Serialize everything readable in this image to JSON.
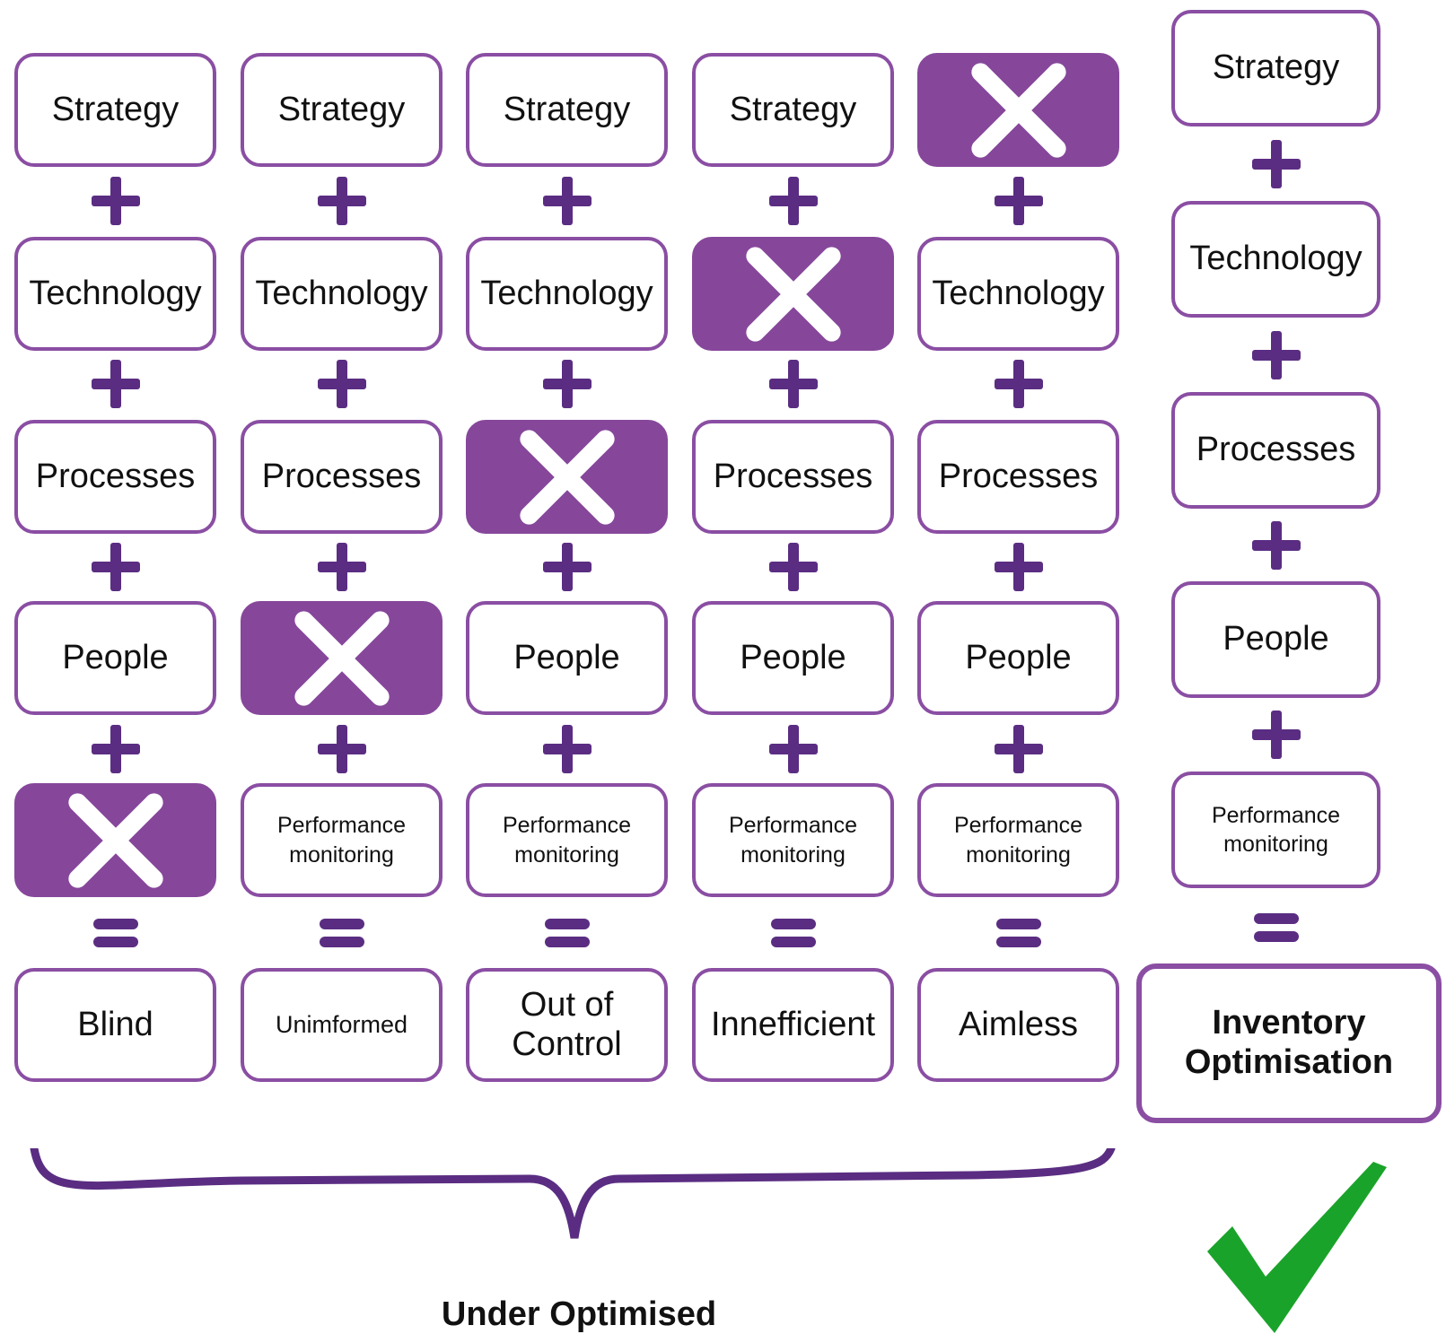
{
  "components": [
    "Strategy",
    "Technology",
    "Processes",
    "People",
    "Performance monitoring"
  ],
  "columns": [
    {
      "cells": [
        {
          "label": "Strategy",
          "missing": false
        },
        {
          "label": "Technology",
          "missing": false
        },
        {
          "label": "Processes",
          "missing": false
        },
        {
          "label": "People",
          "missing": false
        },
        {
          "label": "",
          "missing": true
        }
      ],
      "result": "Blind"
    },
    {
      "cells": [
        {
          "label": "Strategy",
          "missing": false
        },
        {
          "label": "Technology",
          "missing": false
        },
        {
          "label": "Processes",
          "missing": false
        },
        {
          "label": "",
          "missing": true
        },
        {
          "label": "Performance monitoring",
          "missing": false
        }
      ],
      "result": "Unimformed"
    },
    {
      "cells": [
        {
          "label": "Strategy",
          "missing": false
        },
        {
          "label": "Technology",
          "missing": false
        },
        {
          "label": "",
          "missing": true
        },
        {
          "label": "People",
          "missing": false
        },
        {
          "label": "Performance monitoring",
          "missing": false
        }
      ],
      "result": "Out of Control"
    },
    {
      "cells": [
        {
          "label": "Strategy",
          "missing": false
        },
        {
          "label": "",
          "missing": true
        },
        {
          "label": "Processes",
          "missing": false
        },
        {
          "label": "People",
          "missing": false
        },
        {
          "label": "Performance monitoring",
          "missing": false
        }
      ],
      "result": "Innefficient"
    },
    {
      "cells": [
        {
          "label": "",
          "missing": true
        },
        {
          "label": "Technology",
          "missing": false
        },
        {
          "label": "Processes",
          "missing": false
        },
        {
          "label": "People",
          "missing": false
        },
        {
          "label": "Performance monitoring",
          "missing": false
        }
      ],
      "result": "Aimless"
    }
  ],
  "complete_column": {
    "cells": [
      "Strategy",
      "Technology",
      "Processes",
      "People",
      "Performance monitoring"
    ],
    "result": "Inventory Optimisation"
  },
  "group_caption": "Under Optimised",
  "operators": {
    "plus": "+",
    "equals": "="
  },
  "colors": {
    "border": "#8a4ea3",
    "missing_fill": "#86479b",
    "operator": "#5a2d82",
    "check": "#1aa32a",
    "text": "#111111"
  },
  "icons": {
    "missing": "x-icon",
    "success": "checkmark-icon",
    "group": "curly-brace-icon"
  }
}
